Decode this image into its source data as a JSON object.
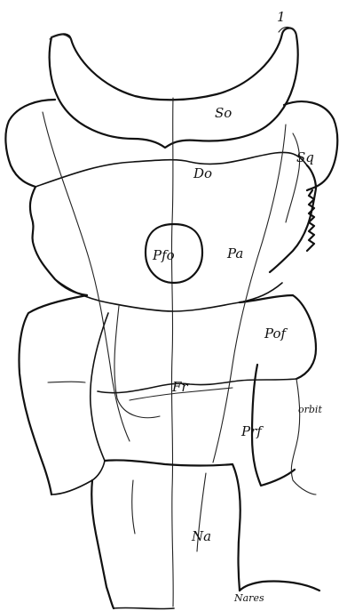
{
  "figure": {
    "corner_mark": "1",
    "labels": {
      "so": "So",
      "sq": "Sq",
      "do": "Do",
      "pfo": "Pfo",
      "pa": "Pa",
      "pof": "Pof",
      "fr": "Fr",
      "orbit": "orbit",
      "prf": "Prf",
      "na": "Na",
      "nares": "Nares"
    }
  }
}
